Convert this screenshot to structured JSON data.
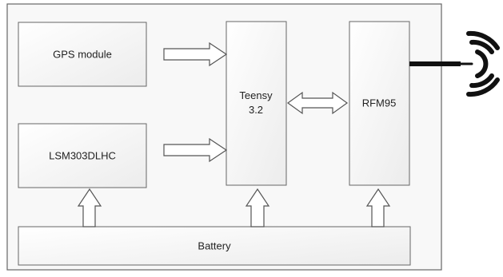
{
  "diagram": {
    "blocks": {
      "gps": {
        "label": "GPS module"
      },
      "imu": {
        "label": "LSM303DLHC"
      },
      "mcu": {
        "label_line1": "Teensy",
        "label_line2": "3.2"
      },
      "radio": {
        "label": "RFM95"
      },
      "battery": {
        "label": "Battery"
      }
    },
    "connections": [
      {
        "from": "GPS module",
        "to": "Teensy 3.2",
        "direction": "one-way"
      },
      {
        "from": "LSM303DLHC",
        "to": "Teensy 3.2",
        "direction": "one-way"
      },
      {
        "from": "Teensy 3.2",
        "to": "RFM95",
        "direction": "two-way"
      },
      {
        "from": "Battery",
        "to": "LSM303DLHC",
        "direction": "one-way"
      },
      {
        "from": "Battery",
        "to": "Teensy 3.2",
        "direction": "one-way"
      },
      {
        "from": "Battery",
        "to": "RFM95",
        "direction": "one-way"
      },
      {
        "from": "RFM95",
        "to": "antenna",
        "direction": "wired"
      }
    ],
    "icons": {
      "antenna": "wireless-signal-icon"
    },
    "colors": {
      "block_fill": "#f4f4f4",
      "block_border": "#666666",
      "arrow_fill": "#ffffff",
      "arrow_border": "#555555",
      "antenna": "#111111"
    }
  }
}
